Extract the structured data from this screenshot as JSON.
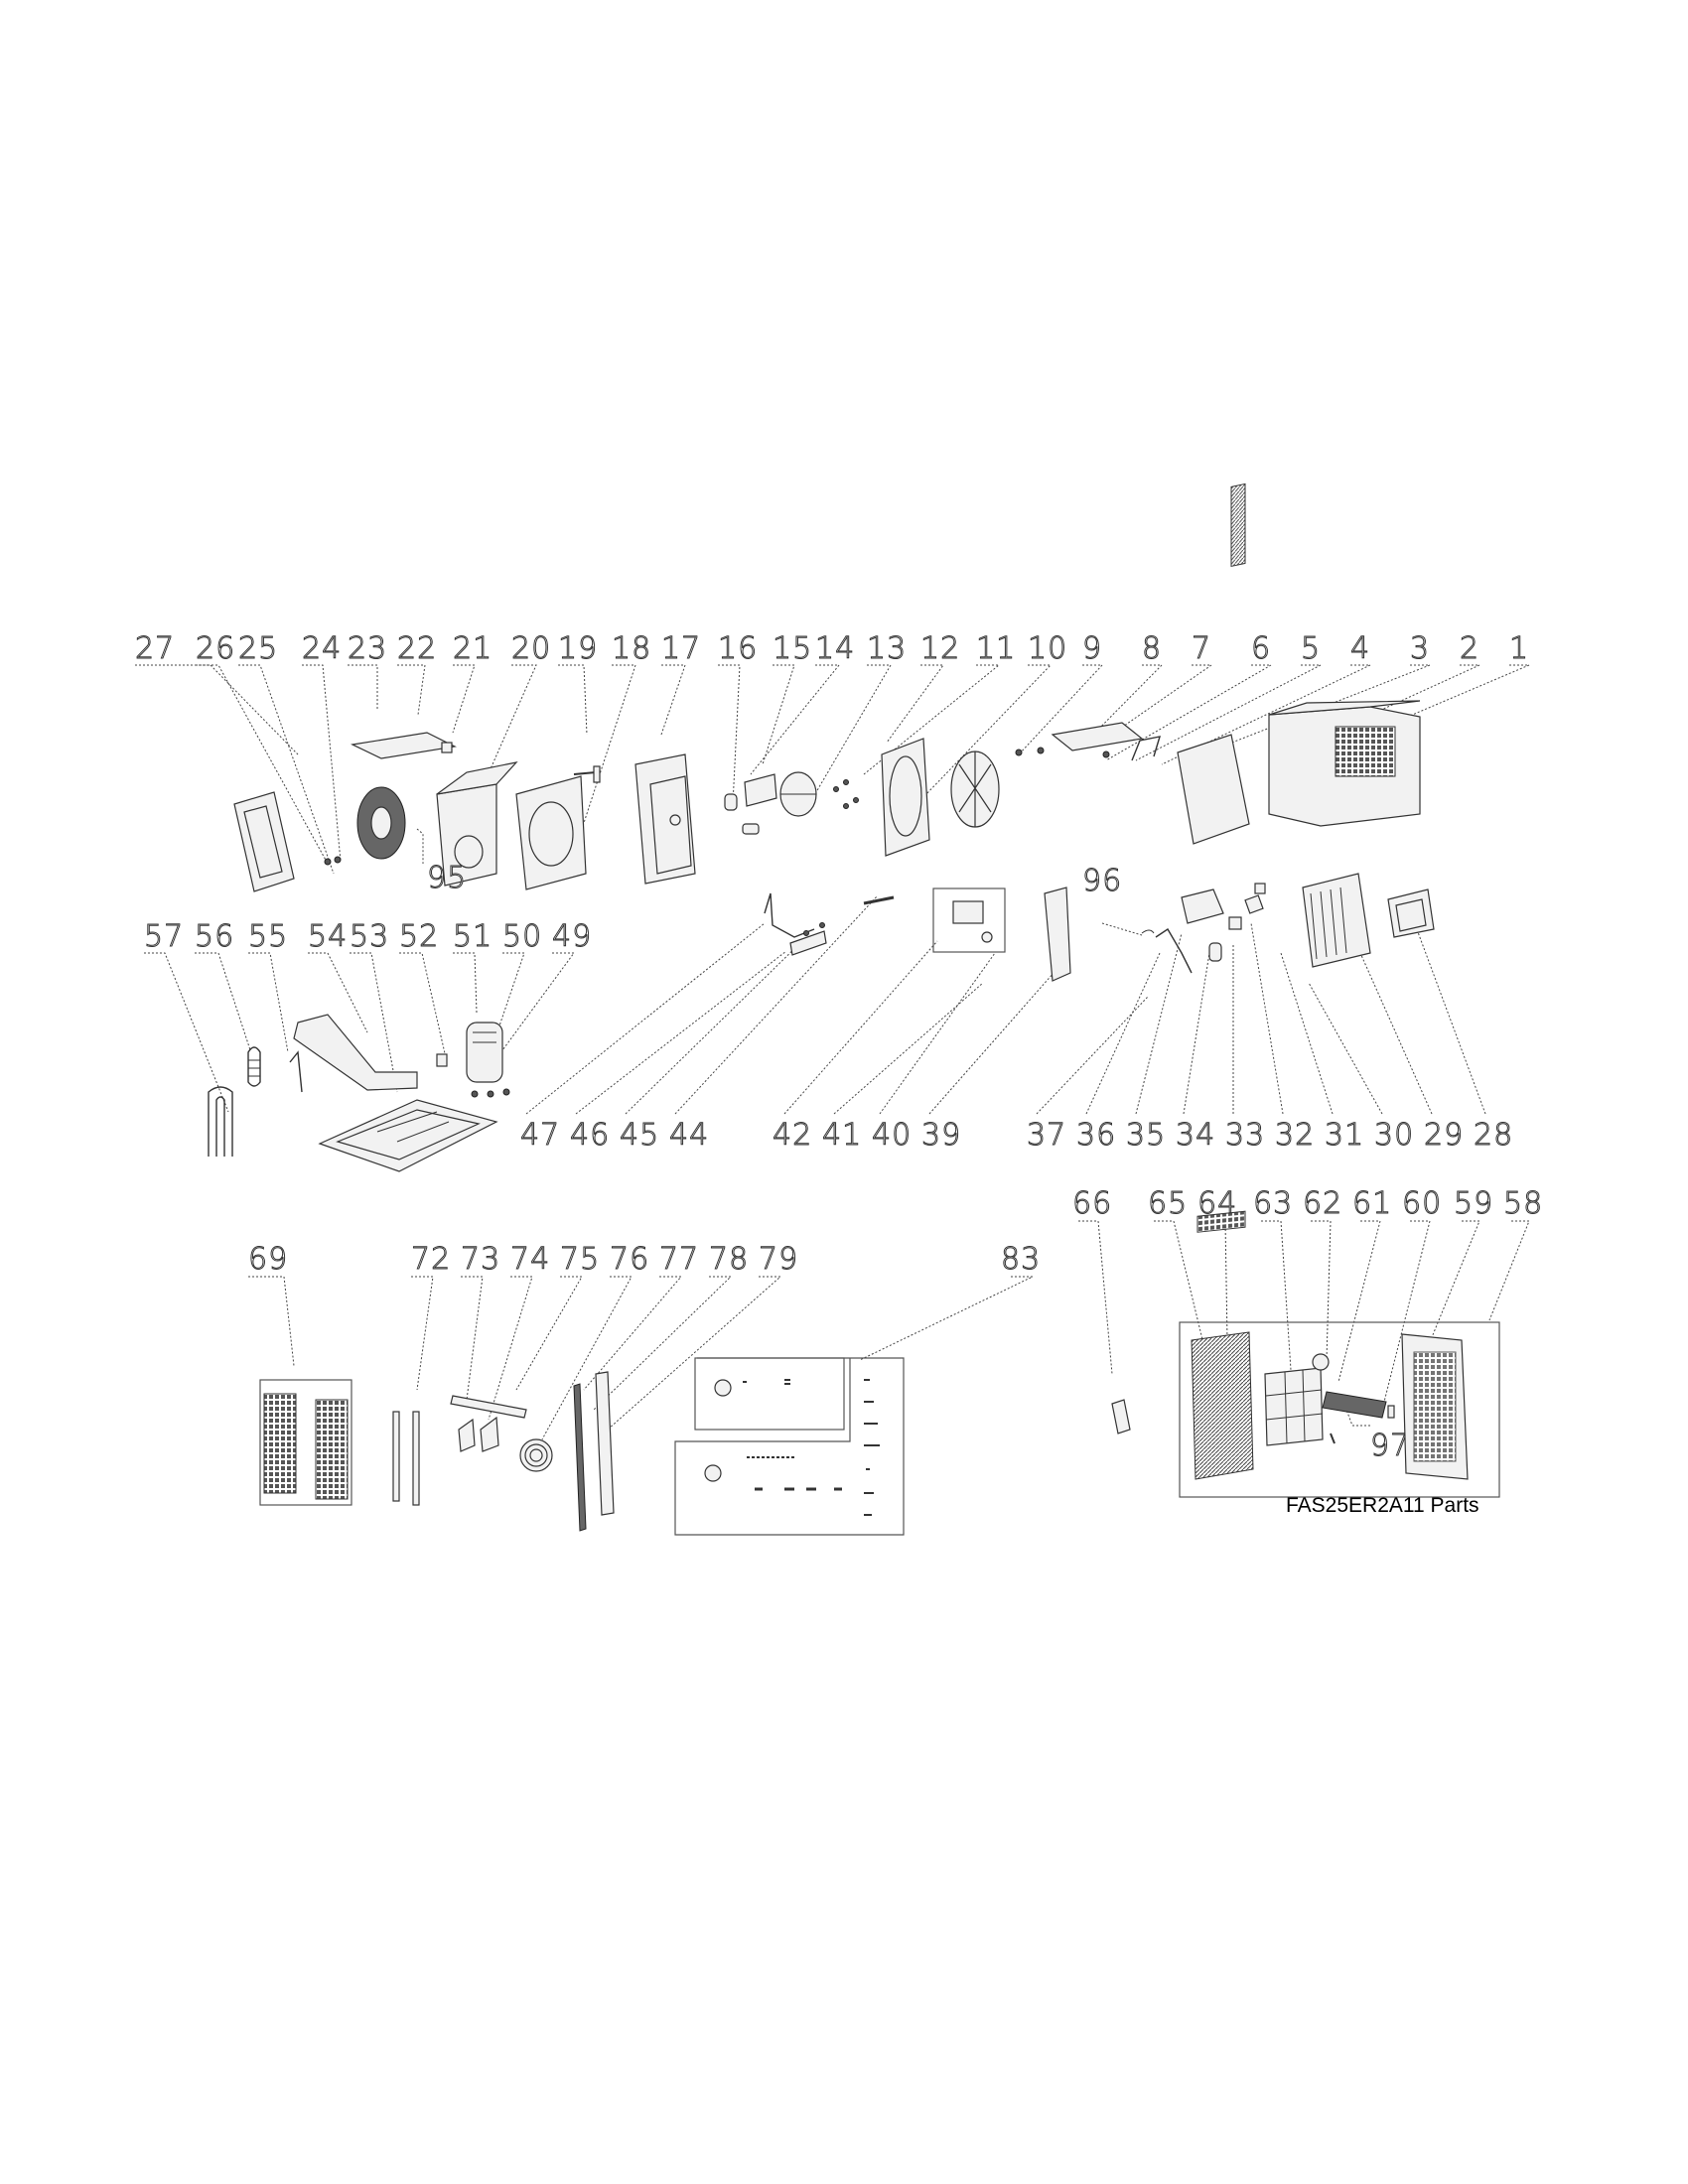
{
  "diagram": {
    "caption": "FAS25ER2A11 Parts",
    "part_numbers": {
      "row1": [
        "27",
        "26",
        "25",
        "24",
        "23",
        "22",
        "21",
        "20",
        "19",
        "18",
        "17",
        "16",
        "15",
        "14",
        "13",
        "12",
        "11",
        "10",
        "9",
        "8",
        "7",
        "6",
        "5",
        "4",
        "3",
        "2",
        "1"
      ],
      "row2_left": [
        "57",
        "56",
        "55",
        "54",
        "53",
        "52",
        "51",
        "50",
        "49"
      ],
      "row2_right": [
        "47",
        "46",
        "45",
        "44",
        "42",
        "41",
        "40",
        "39",
        "37",
        "36",
        "35",
        "34",
        "33",
        "32",
        "31",
        "30",
        "29",
        "28"
      ],
      "row3_left": [
        "69",
        "72",
        "73",
        "74",
        "75",
        "76",
        "77",
        "78",
        "79",
        "83"
      ],
      "row3_right": [
        "66",
        "65",
        "64",
        "63",
        "62",
        "61",
        "60",
        "59",
        "58"
      ],
      "extra": [
        "95",
        "96",
        "97"
      ]
    }
  }
}
